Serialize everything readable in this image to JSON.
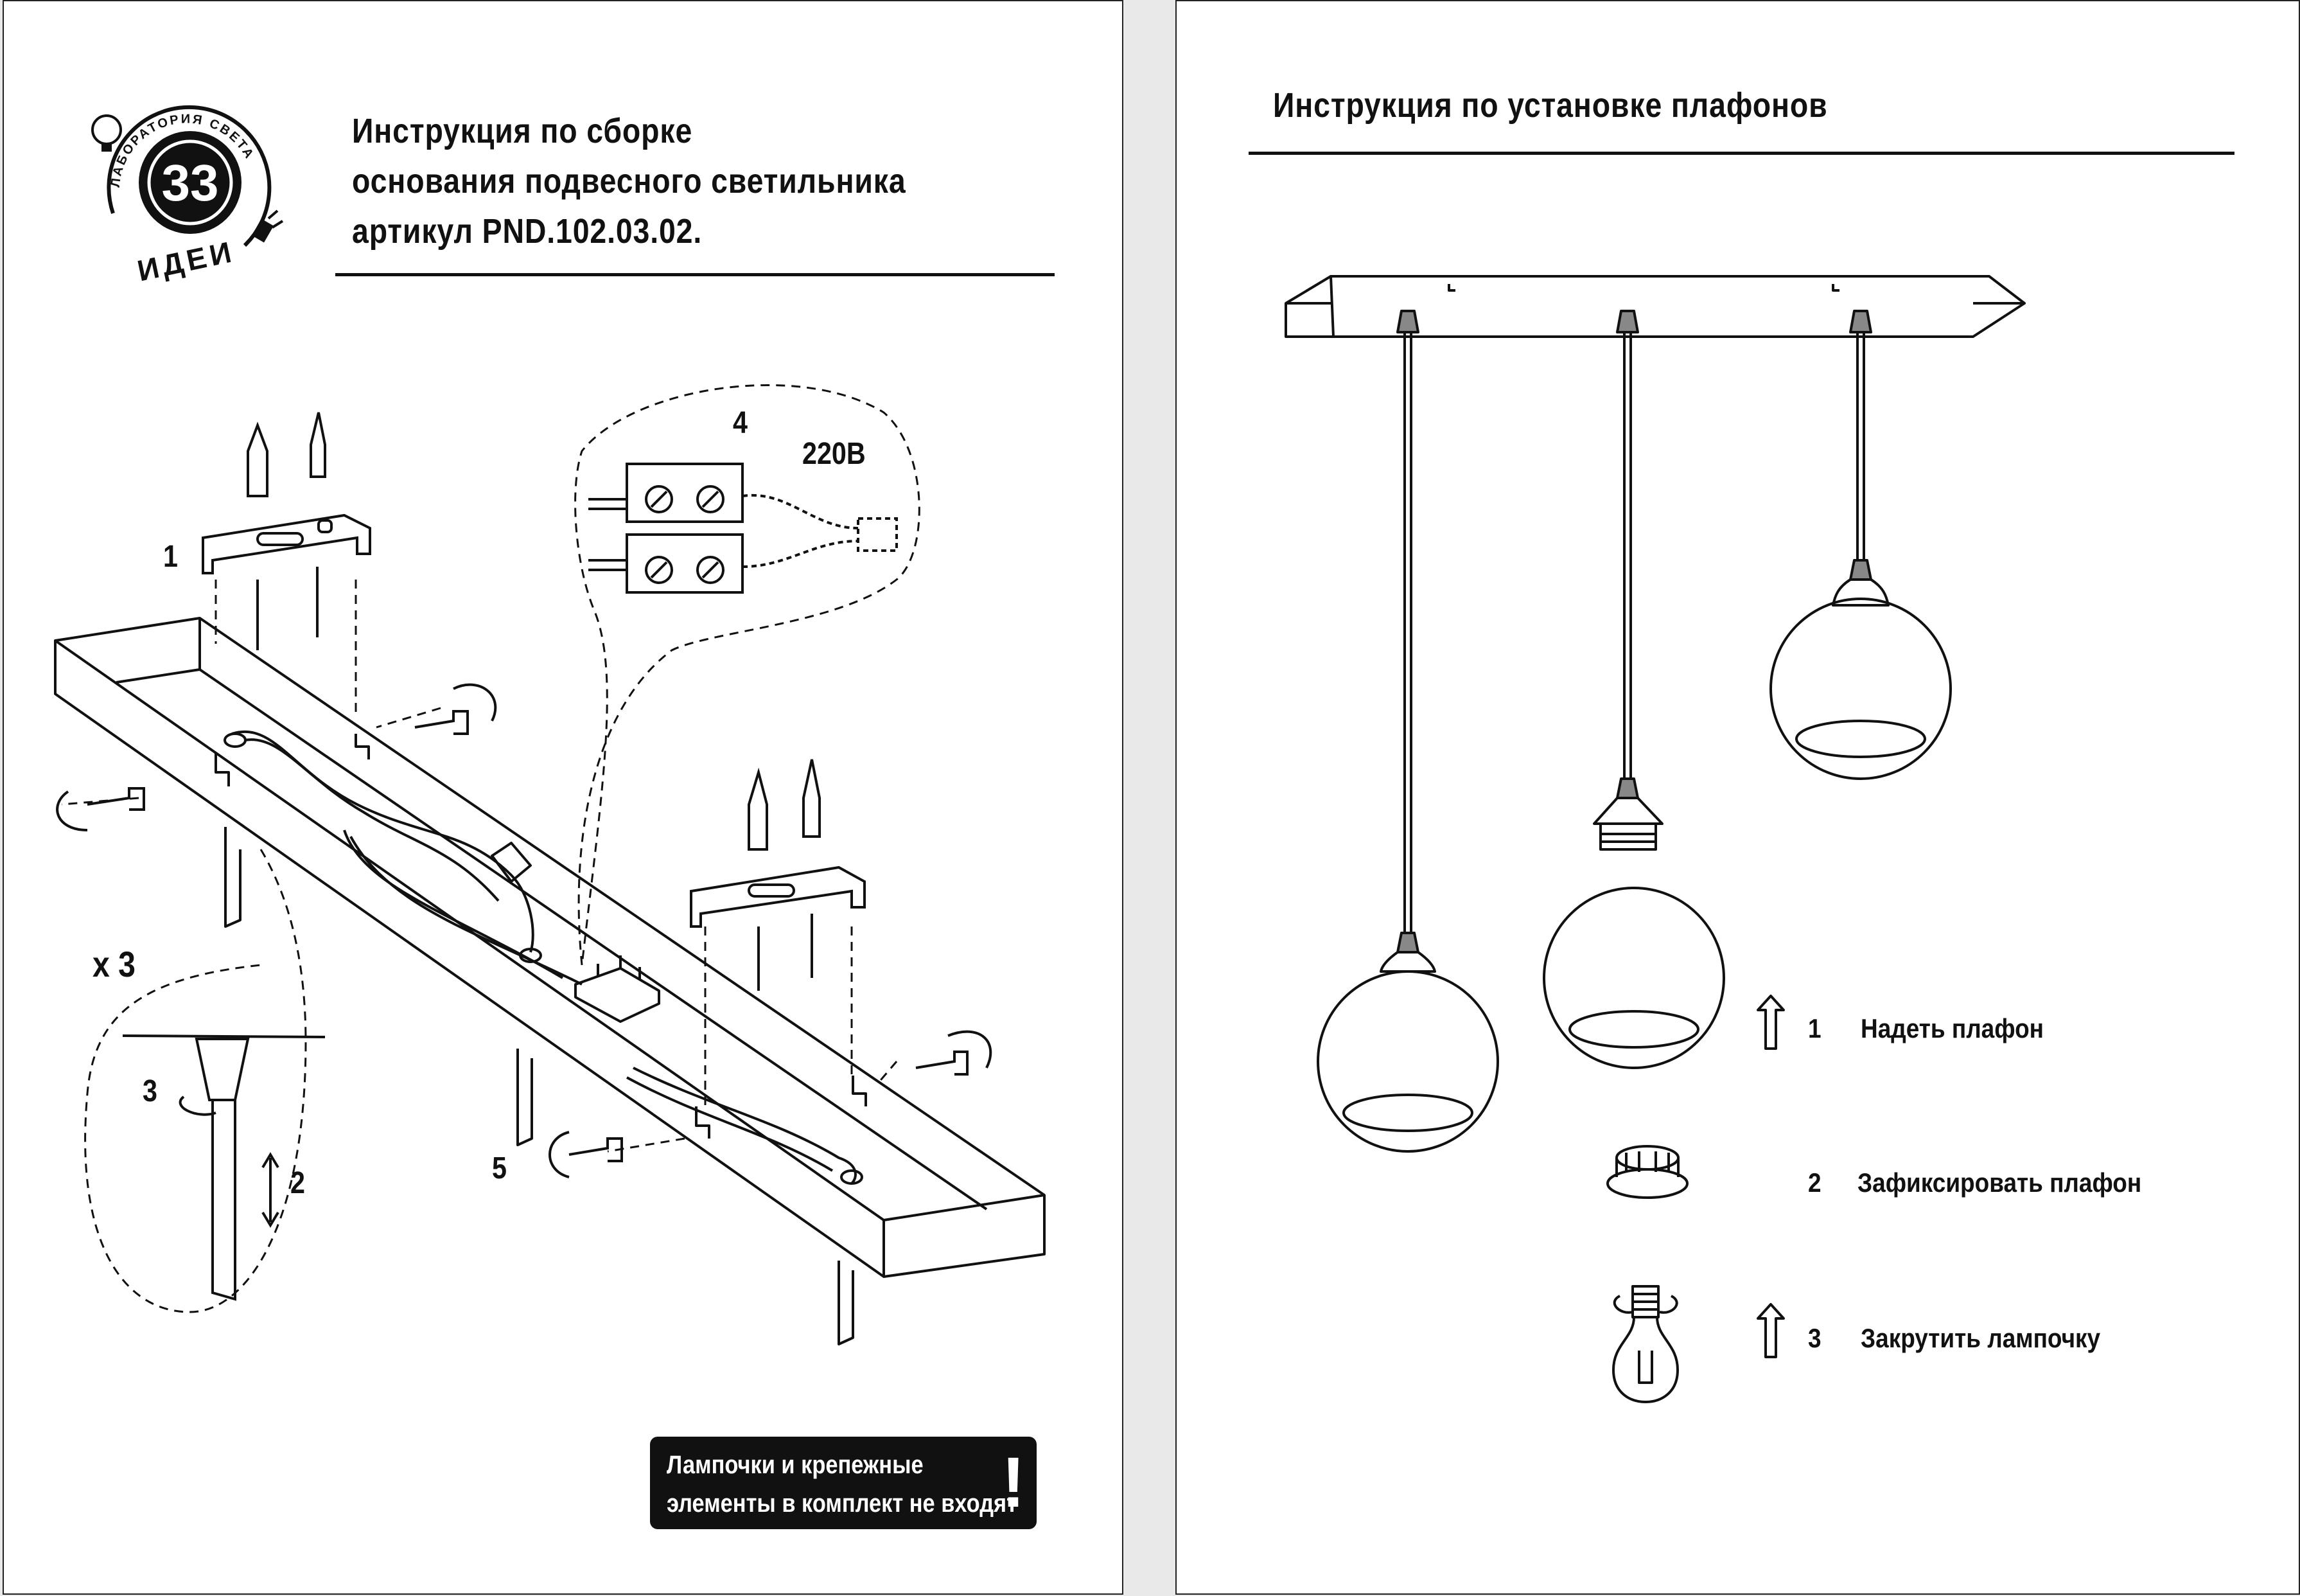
{
  "logo": {
    "arc_text": "ЛАБОРАТОРИЯ СВЕТА",
    "number": "33",
    "bottom_text": "ИДЕИ"
  },
  "left_page": {
    "title_lines": [
      "Инструкция по сборке",
      "основания подвесного светильника",
      "артикул PND.102.03.02."
    ],
    "callouts": {
      "c1": "1",
      "c2": "2",
      "c3": "3",
      "c4": "4",
      "c5": "5",
      "voltage": "220В",
      "multiplier": "х 3"
    },
    "notice": {
      "line1": "Лампочки  и крепежные",
      "line2": "элементы в комплект не входят",
      "mark": "!"
    }
  },
  "right_page": {
    "title": "Инструкция по установке плафонов",
    "steps": [
      {
        "num": "1",
        "text": "Надеть плафон"
      },
      {
        "num": "2",
        "text": "Зафиксировать плафон"
      },
      {
        "num": "3",
        "text": "Закрутить лампочку"
      }
    ]
  },
  "colors": {
    "ink": "#111111",
    "paper": "#ffffff",
    "background": "#e9e9e9"
  }
}
